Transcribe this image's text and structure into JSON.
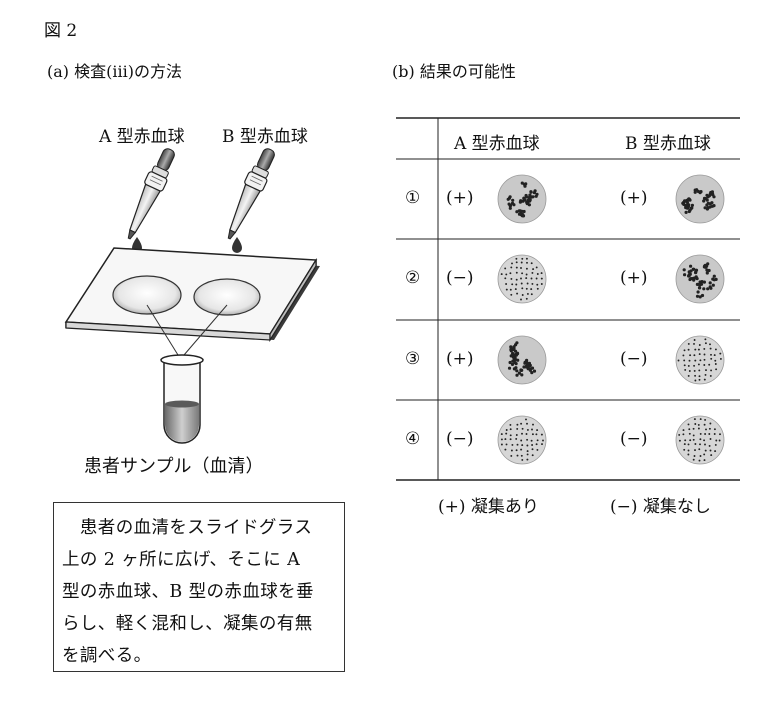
{
  "figure_label": "図 2",
  "panel_a": {
    "title": "(a) 検査(iii)の方法",
    "dropper_a_label": "A 型赤血球",
    "dropper_b_label": "B 型赤血球",
    "sample_label": "患者サンプル（血清）",
    "method_lines": [
      "　患者の血清をスライドグラス",
      "上の 2 ヶ所に広げ、そこに A",
      "型の赤血球、B 型の赤血球を垂",
      "らし、軽く混和し、凝集の有無",
      "を調べる。"
    ]
  },
  "panel_b": {
    "title": "(b) 結果の可能性",
    "col_a": "A 型赤血球",
    "col_b": "B 型赤血球",
    "rows": [
      {
        "num": "①",
        "a": "(+)",
        "b": "(+)",
        "a_agg": true,
        "b_agg": true
      },
      {
        "num": "②",
        "a": "(−)",
        "b": "(+)",
        "a_agg": false,
        "b_agg": true
      },
      {
        "num": "③",
        "a": "(+)",
        "b": "(−)",
        "a_agg": true,
        "b_agg": false
      },
      {
        "num": "④",
        "a": "(−)",
        "b": "(−)",
        "a_agg": false,
        "b_agg": false
      }
    ],
    "legend_positive": "(+) 凝集あり",
    "legend_negative": "(−) 凝集なし"
  }
}
